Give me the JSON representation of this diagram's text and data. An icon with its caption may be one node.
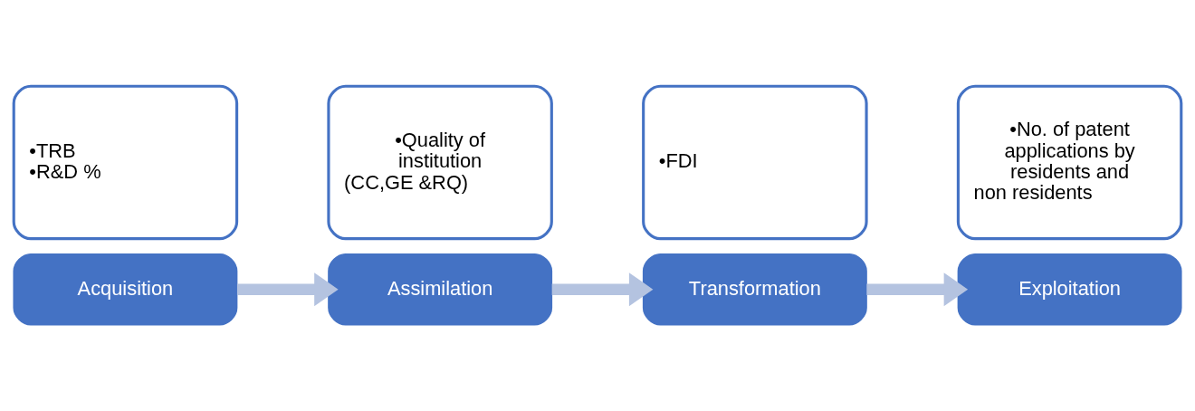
{
  "diagram": {
    "nodes": [
      {
        "text": [
          "Acquisition"
        ]
      },
      {
        "text": [
          "•TRB",
          "•R&D %"
        ]
      },
      {
        "text": [
          "Assimilation"
        ]
      },
      {
        "text": [
          "•Quality of institution (CC,GE &RQ)"
        ]
      },
      {
        "text": [
          "Transformation"
        ]
      },
      {
        "text": [
          "•FDI"
        ]
      },
      {
        "text": [
          "Exploitation"
        ]
      },
      {
        "text": [
          "•No. of patent applications by residents and non residents"
        ]
      }
    ],
    "edges": [
      {
        "from": 0,
        "to": 2,
        "arrow": "to"
      },
      {
        "from": 2,
        "to": 4,
        "arrow": "to"
      },
      {
        "from": 4,
        "to": 6,
        "arrow": "to"
      }
    ]
  }
}
